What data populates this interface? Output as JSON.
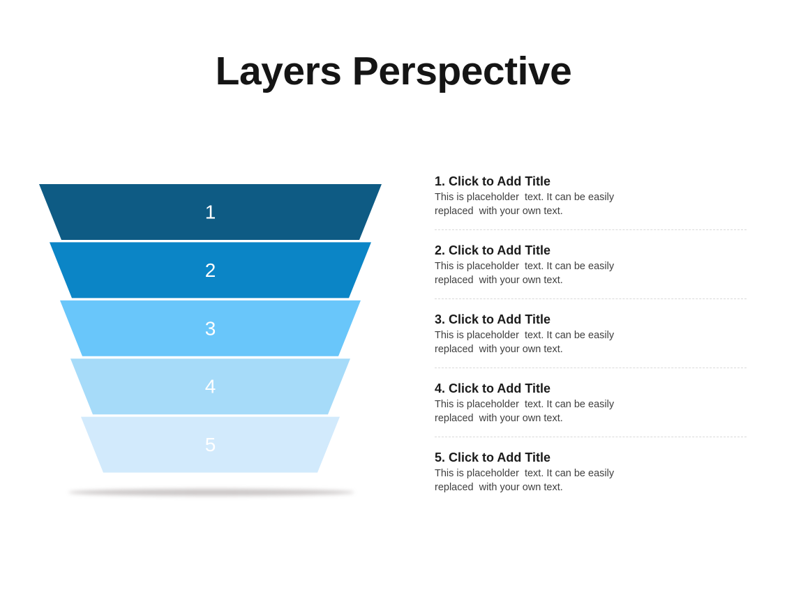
{
  "slide": {
    "title": "Layers Perspective",
    "background": "#ffffff"
  },
  "funnel": {
    "layers": [
      {
        "number": "1",
        "color": "#0e5b84"
      },
      {
        "number": "2",
        "color": "#0b85c6"
      },
      {
        "number": "3",
        "color": "#69c6fa"
      },
      {
        "number": "4",
        "color": "#a6dbf9"
      },
      {
        "number": "5",
        "color": "#d2eafc"
      }
    ],
    "number_color": "#ffffff",
    "shadow_color": "#a39b9b"
  },
  "content": {
    "title_color": "#1a1a1a",
    "body_color": "#3f3f3f",
    "divider_color": "#d9d9d9",
    "items": [
      {
        "title": "1. Click to Add Title",
        "body": "This is placeholder  text. It can be easily\nreplaced  with your own text."
      },
      {
        "title": "2. Click to Add Title",
        "body": "This is placeholder  text. It can be easily\nreplaced  with your own text."
      },
      {
        "title": "3. Click to Add Title",
        "body": "This is placeholder  text. It can be easily\nreplaced  with your own text."
      },
      {
        "title": "4. Click to Add Title",
        "body": "This is placeholder  text. It can be easily\nreplaced  with your own text."
      },
      {
        "title": "5. Click to Add Title",
        "body": "This is placeholder  text. It can be easily\nreplaced  with your own text."
      }
    ]
  }
}
